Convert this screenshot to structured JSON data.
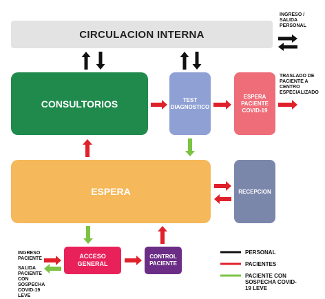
{
  "boxes": {
    "circulacion": "CIRCULACION INTERNA",
    "consultorios": "CONSULTORIOS",
    "test": "TEST DIAGNOSTICO",
    "espera_covid": "ESPERA PACIENTE COVID-19",
    "espera": "ESPERA",
    "recepcion": "RECEPCION",
    "acceso": "ACCESO GENERAL",
    "control": "CONTROL PACIENTE"
  },
  "notes": {
    "ingreso_salida": "INGRESO / SALIDA PERSONAL",
    "traslado": "TRASLADO DE PACIENTE A CENTRO ESPECIALIZADO",
    "ingreso_paciente": "INGRESO PACIENTE",
    "salida_paciente": "SALIDA PACIENTE CON SOSPECHA COVID-19 LEVE"
  },
  "legend": [
    {
      "label": "PERSONAL",
      "color": "#111111"
    },
    {
      "label": "PACIENTES",
      "color": "#e0202a"
    },
    {
      "label": "PACIENTE CON SOSPECHA COVID-19 LEVE",
      "color": "#7cc243"
    }
  ],
  "colors": {
    "circulacion": "#e3e3e3",
    "consultorios": "#1f8a4c",
    "test": "#8fa0d4",
    "espera_covid": "#ee6d79",
    "espera": "#f5b85a",
    "recepcion": "#7b86ab",
    "acceso": "#e9215a",
    "control": "#6b2d86",
    "black": "#111111",
    "red": "#e0202a",
    "green": "#7cc243"
  }
}
